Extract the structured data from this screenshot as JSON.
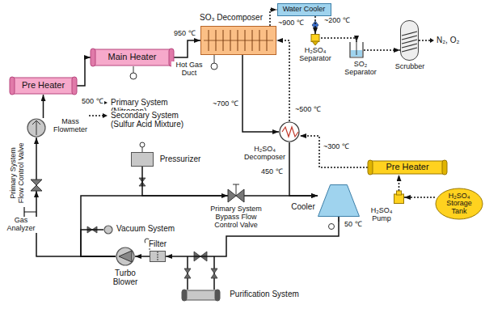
{
  "diagram": {
    "nodes": [
      {
        "text": [
          "Pre Heater"
        ]
      },
      {
        "text": [
          "Main Heater"
        ]
      },
      {
        "text": [
          "SO₃ Decomposer"
        ]
      },
      {
        "text": [
          "Water Cooler"
        ]
      },
      {
        "text": [
          "H₂SO₄ Separator"
        ]
      },
      {
        "text": [
          "SO₂ Separator"
        ]
      },
      {
        "text": [
          "Scrubber"
        ]
      },
      {
        "text": [
          "H₂SO₄ Decomposer"
        ]
      },
      {
        "text": [
          "Pre Heater"
        ]
      },
      {
        "text": [
          "H₂SO₄ Pump"
        ]
      },
      {
        "text": [
          "H₂SO₄ Storage Tank"
        ]
      },
      {
        "text": [
          "Cooler"
        ]
      },
      {
        "text": [
          "Pressurizer"
        ]
      },
      {
        "text": [
          "Primary System Bypass Flow Control Valve"
        ]
      },
      {
        "text": [
          "Vacuum System"
        ]
      },
      {
        "text": [
          "Turbo Blower"
        ]
      },
      {
        "text": [
          "Filter"
        ]
      },
      {
        "text": [
          "Purification System"
        ]
      },
      {
        "text": [
          "Mass Flowmeter"
        ]
      },
      {
        "text": [
          "Primary System Flow Control Valve"
        ]
      }
    ],
    "edges": [
      {
        "from": 0,
        "to": 1,
        "arrow": "to"
      },
      {
        "from": 1,
        "to": 2,
        "arrow": "to"
      },
      {
        "from": 2,
        "to": 7,
        "arrow": "to"
      },
      {
        "from": 7,
        "to": 11,
        "arrow": "to"
      },
      {
        "from": 11,
        "to": 16,
        "arrow": "to"
      },
      {
        "from": 16,
        "to": 15,
        "arrow": "to"
      },
      {
        "from": 15,
        "to": 19,
        "arrow": "to"
      },
      {
        "from": 19,
        "to": 18,
        "arrow": "to"
      },
      {
        "from": 18,
        "to": 0,
        "arrow": "to"
      },
      {
        "from": 15,
        "to": 13,
        "arrow": "to"
      },
      {
        "from": 12,
        "to": 13,
        "arrow": "none"
      },
      {
        "from": 14,
        "to": 15,
        "arrow": "none"
      },
      {
        "from": 13,
        "to": 11,
        "arrow": "to"
      },
      {
        "from": 10,
        "to": 9,
        "arrow": "to"
      },
      {
        "from": 9,
        "to": 8,
        "arrow": "to"
      },
      {
        "from": 8,
        "to": 7,
        "arrow": "to"
      },
      {
        "from": 7,
        "to": 2,
        "arrow": "to"
      },
      {
        "from": 2,
        "to": 3,
        "arrow": "to"
      },
      {
        "from": 3,
        "to": 4,
        "arrow": "to"
      },
      {
        "from": 4,
        "to": 5,
        "arrow": "to"
      },
      {
        "from": 5,
        "to": 6,
        "arrow": "to"
      }
    ],
    "labels": [
      "500 ℃",
      "950 ℃",
      "Hot Gas Duct",
      "~900 ℃",
      "~200 ℃",
      "N₂, O₂",
      "~700 ℃",
      "~500 ℃",
      "~300 ℃",
      "450 ℃",
      "50 ℃",
      "Gas Analyzer"
    ],
    "legend": [
      {
        "text": "Primary System (Nitrogen)"
      },
      {
        "text": "Secondary System (Sulfur Acid Mixture)"
      }
    ]
  }
}
